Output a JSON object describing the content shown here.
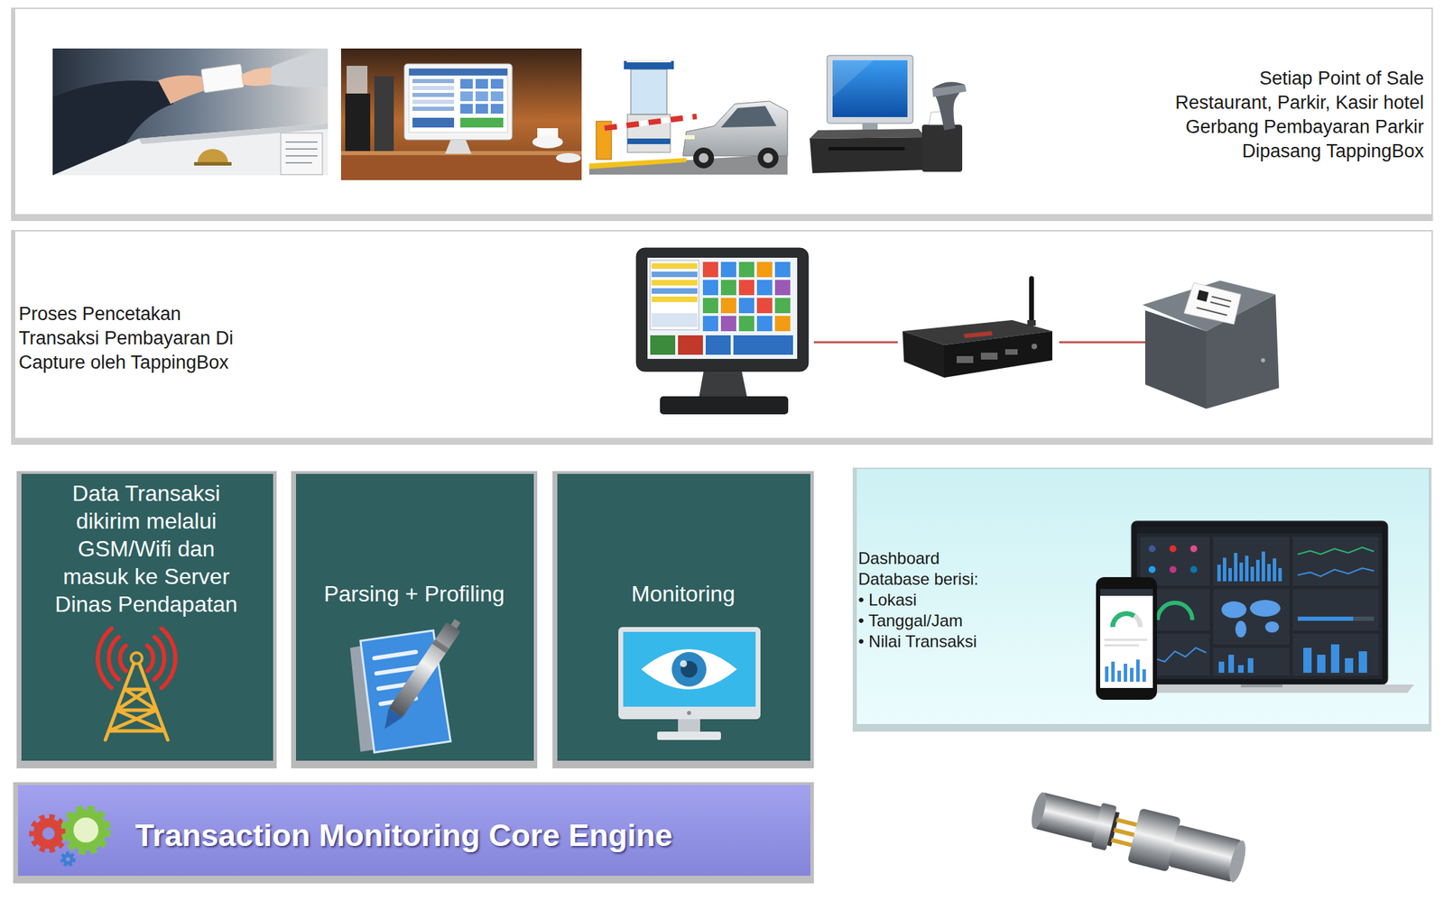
{
  "diagram": {
    "nodes": [
      {
        "text": [
          "Setiap Point of Sale Restaurant, Parkir, Kasir hotel Gerbang Pembayaran Parkir Dipasang TappingBox"
        ]
      },
      {
        "text": [
          "Proses Pencetakan Transaksi Pembayaran Di Capture oleh TappingBox"
        ]
      },
      {
        "text": [
          "Data Transaksi dikirim melalui GSM/Wifi dan masuk ke Server Dinas Pendapatan"
        ]
      },
      {
        "text": [
          "Parsing + Profiling"
        ]
      },
      {
        "text": [
          "Monitoring"
        ]
      },
      {
        "text": [
          "Transaction Monitoring Core Engine"
        ]
      },
      {
        "text": [
          "Dashboard",
          "Database berisi:",
          "• Lokasi",
          "• Tanggal/Jam",
          "• Nilai Transaksi"
        ]
      }
    ]
  }
}
